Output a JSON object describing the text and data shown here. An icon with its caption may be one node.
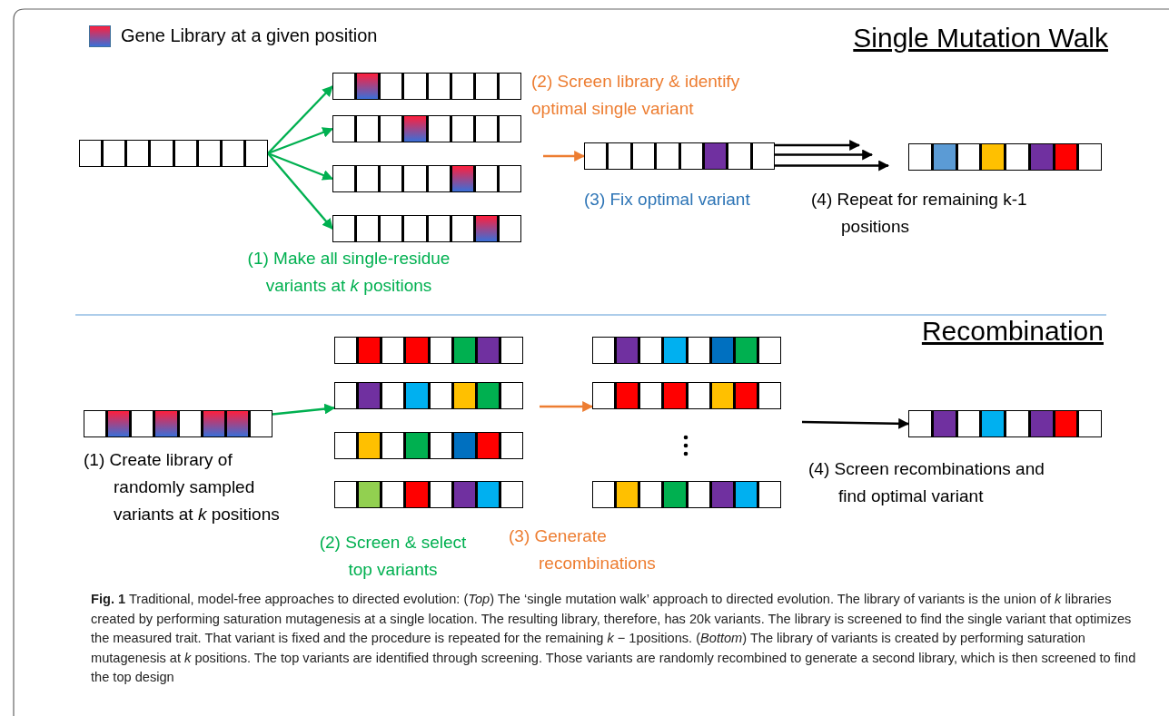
{
  "diagram": {
    "caption": "**Fig. 1** Traditional, model-free approaches to directed evolution: (*Top*) The ‘single mutation walk’ approach to directed evolution. The library of variants is the union of *k* libraries created by performing saturation mutagenesis at a single location. The resulting library, therefore, has 20k variants. The library is screened to find the single variant that optimizes the measured trait. That variant is fixed and the procedure is repeated for the remaining *k* − 1positions. (*Bottom*) The library of variants is created by performing saturation mutagenesis at *k* positions. The top variants are identified through screening. Those variants are randomly recombined to generate a second library, which is then screened to find the top design",
    "nodes": [
      {
        "text": [],
        "shape": "bar"
      },
      {
        "text": [],
        "shape": "bar"
      },
      {
        "text": [],
        "shape": "bar"
      },
      {
        "text": [],
        "shape": "bar"
      },
      {
        "text": [],
        "shape": "bar"
      },
      {
        "text": [],
        "shape": "bar"
      },
      {
        "text": [],
        "shape": "bar"
      },
      {
        "text": [],
        "shape": "bar"
      },
      {
        "text": [],
        "shape": "bar"
      },
      {
        "text": [],
        "shape": "bar"
      },
      {
        "text": [],
        "shape": "bar"
      },
      {
        "text": [],
        "shape": "bar"
      },
      {
        "text": [],
        "shape": "bar"
      },
      {
        "text": [],
        "shape": "bar"
      },
      {
        "text": [],
        "shape": "bar"
      },
      {
        "text": [],
        "shape": "bar"
      }
    ],
    "edges": [
      {
        "from": 0,
        "to": 1,
        "arrow": "to"
      },
      {
        "from": 0,
        "to": 2,
        "arrow": "to"
      },
      {
        "from": 0,
        "to": 3,
        "arrow": "to"
      },
      {
        "from": 0,
        "to": 4,
        "arrow": "to"
      },
      {
        "from": null,
        "to": 5,
        "arrow": "to",
        "color": "#ed7d31"
      },
      {
        "from": 5,
        "to": 6,
        "arrow": "to",
        "color": "#000000"
      },
      {
        "from": 5,
        "to": 6,
        "arrow": "to",
        "color": "#000000"
      },
      {
        "from": 5,
        "to": 6,
        "arrow": "to",
        "color": "#000000"
      },
      {
        "from": 7,
        "to": 9,
        "arrow": "to"
      },
      {
        "from": null,
        "to": 13,
        "arrow": "to",
        "color": "#ed7d31"
      },
      {
        "from": null,
        "to": 15,
        "arrow": "to",
        "color": "#000000"
      }
    ],
    "labels": [
      "Single Mutation Walk",
      "(2) Screen library & identify optimal single variant",
      "(3) Fix optimal variant",
      "(4) Repeat for remaining k-1 positions",
      "(1) Make all single-residue variants at *k* positions",
      "Recombination",
      "(1) Create library of randomly sampled variants at *k* positions",
      "(2) Screen & select top variants",
      "(3) Generate recombinations",
      "(4) Screen recombinations and find optimal variant"
    ],
    "legend": [
      {
        "text": "Gene Library at a given position"
      }
    ]
  }
}
